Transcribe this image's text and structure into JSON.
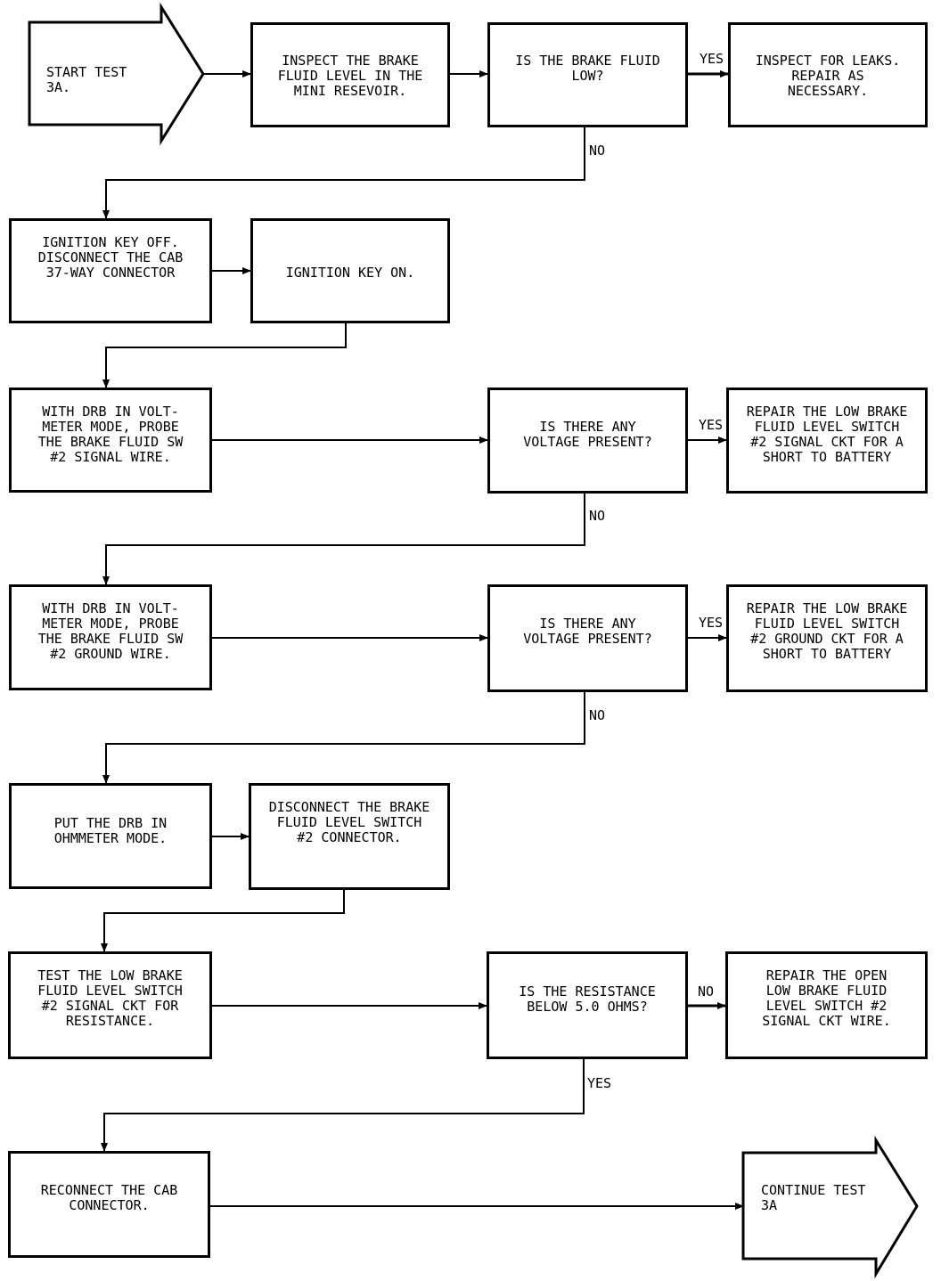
{
  "start": {
    "label": "START TEST 3A."
  },
  "end": {
    "label": "CONTINUE TEST\n3A"
  },
  "steps": {
    "inspect_level": "INSPECT THE BRAKE\nFLUID LEVEL IN THE\nMINI RESEVOIR.",
    "fluid_low_q": "IS THE BRAKE FLUID\nLOW?",
    "inspect_leaks": "INSPECT FOR LEAKS.\nREPAIR AS\nNECESSARY.",
    "ignition_off": "IGNITION KEY OFF.\nDISCONNECT THE CAB\n37-WAY CONNECTOR",
    "ignition_on": "IGNITION KEY ON.",
    "probe_signal": "WITH DRB IN VOLT-\nMETER MODE, PROBE\nTHE BRAKE FLUID SW\n#2 SIGNAL WIRE.",
    "voltage_q1": "IS THERE ANY\nVOLTAGE PRESENT?",
    "repair_signal_short": "REPAIR THE LOW BRAKE\nFLUID LEVEL SWITCH\n#2 SIGNAL CKT FOR A\nSHORT TO BATTERY",
    "probe_ground": "WITH DRB IN VOLT-\nMETER MODE, PROBE\nTHE BRAKE FLUID SW\n#2 GROUND WIRE.",
    "voltage_q2": "IS THERE ANY\nVOLTAGE PRESENT?",
    "repair_ground_short": "REPAIR THE LOW BRAKE\nFLUID LEVEL SWITCH\n#2 GROUND CKT FOR A\nSHORT TO BATTERY",
    "ohmmeter_mode": "PUT THE DRB IN\nOHMMETER MODE.",
    "disconnect_switch": "DISCONNECT THE BRAKE\nFLUID LEVEL SWITCH\n#2 CONNECTOR.",
    "test_resistance": "TEST THE LOW BRAKE\nFLUID LEVEL SWITCH\n#2 SIGNAL CKT FOR\nRESISTANCE.",
    "resistance_q": "IS THE RESISTANCE\nBELOW 5.0 OHMS?",
    "repair_open": "REPAIR THE OPEN\nLOW BRAKE FLUID\nLEVEL SWITCH #2\nSIGNAL CKT WIRE.",
    "reconnect_cab": "RECONNECT THE CAB\nCONNECTOR."
  },
  "labels": {
    "yes_leaks": "YES",
    "no_low": "NO",
    "yes_v1": "YES",
    "no_v1": "NO",
    "yes_v2": "YES",
    "no_v2": "NO",
    "no_res": "NO",
    "yes_res": "YES"
  }
}
